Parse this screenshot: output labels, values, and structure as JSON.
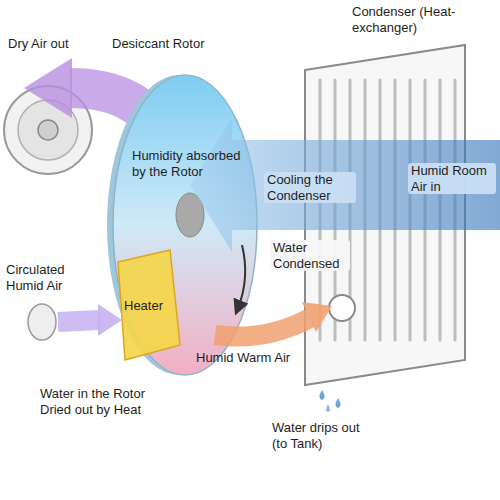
{
  "diagram": {
    "labels": [
      "Dry Air out",
      "Desiccant Rotor",
      "Condenser (Heat-exchanger)",
      "Humidity absorbed by the Rotor",
      "Cooling the Condenser",
      "Humid Room Air in",
      "Water Condensed",
      "Heater",
      "Circulated Humid Air",
      "Humid Warm Air",
      "Water in the Rotor Dried out by Heat",
      "Water drips out (to Tank)"
    ]
  }
}
